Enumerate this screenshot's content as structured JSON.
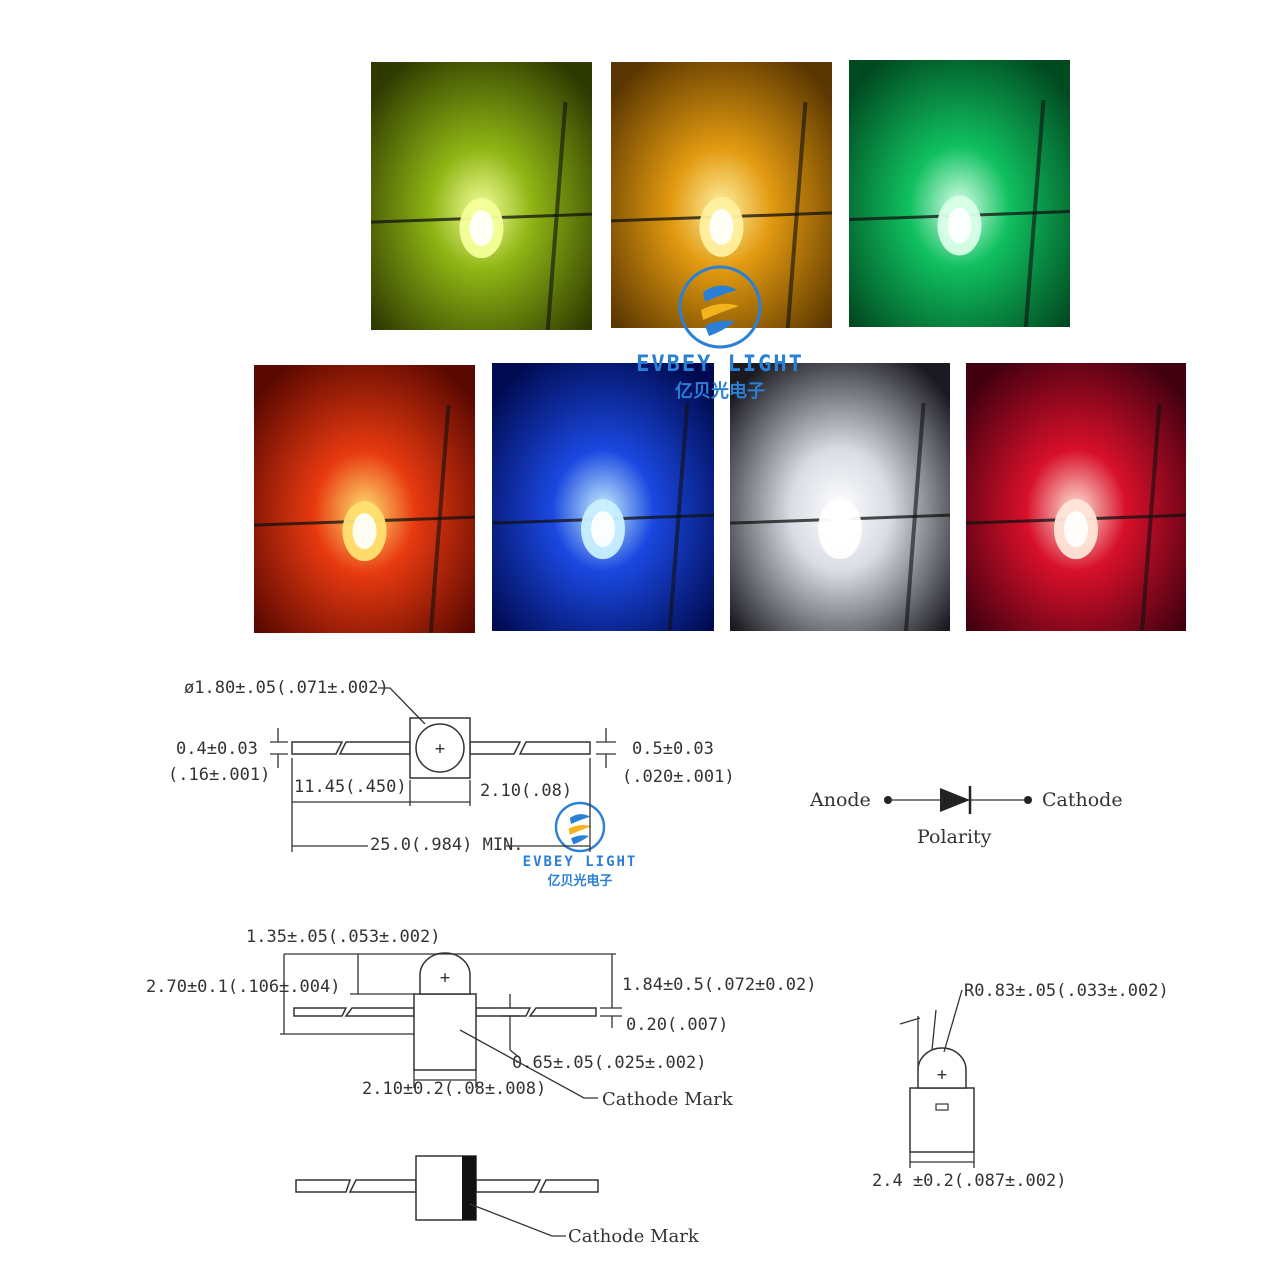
{
  "photos": [
    {
      "name": "yellow-green",
      "bg": "#8fb514",
      "glow": "#f4ff9a",
      "dark": "#2e3a00"
    },
    {
      "name": "amber",
      "bg": "#e29a10",
      "glow": "#fff0a0",
      "dark": "#5a3600"
    },
    {
      "name": "green",
      "bg": "#10c060",
      "glow": "#d8ffe8",
      "dark": "#004a20"
    },
    {
      "name": "red",
      "bg": "#e83a10",
      "glow": "#ffe070",
      "dark": "#5a0800"
    },
    {
      "name": "blue",
      "bg": "#1a48e0",
      "glow": "#c8f0ff",
      "dark": "#000a50"
    },
    {
      "name": "white",
      "bg": "#d8dce4",
      "glow": "#ffffff",
      "dark": "#1a1a20"
    },
    {
      "name": "pink-red",
      "bg": "#d8102a",
      "glow": "#ffe6d8",
      "dark": "#400010"
    }
  ],
  "watermark": {
    "en": "EVBEY LIGHT",
    "cn": "亿贝光电子",
    "color": "#2a7fd6"
  },
  "top_view": {
    "dia": "ø1.80±.05(.071±.002)",
    "lead_thick_a": "0.4±0.03",
    "lead_thick_b": "(.16±.001)",
    "lead_len": "11.45(.450)",
    "body_w": "2.10(.08)",
    "lead_w_a": "0.5±0.03",
    "lead_w_b": "(.020±.001)",
    "total": "25.0(.984)  MIN."
  },
  "polarity": {
    "anode": "Anode",
    "cathode": "Cathode",
    "title": "Polarity"
  },
  "side_view": {
    "dome": "1.35±.05(.053±.002)",
    "height": "2.70±0.1(.106±.004)",
    "lead_pos": "1.84±0.5(.072±0.02)",
    "lead_t": "0.20(.007)",
    "lead_off": "0.65±.05(.025±.002)",
    "width": "2.10±0.2(.08±.008)",
    "cathode": "Cathode  Mark"
  },
  "bottom_view": {
    "cathode": "Cathode  Mark"
  },
  "end_view": {
    "radius": "R0.83±.05(.033±.002)",
    "width": "2.4 ±0.2(.087±.002)",
    "plus": "+"
  },
  "plus": "+"
}
